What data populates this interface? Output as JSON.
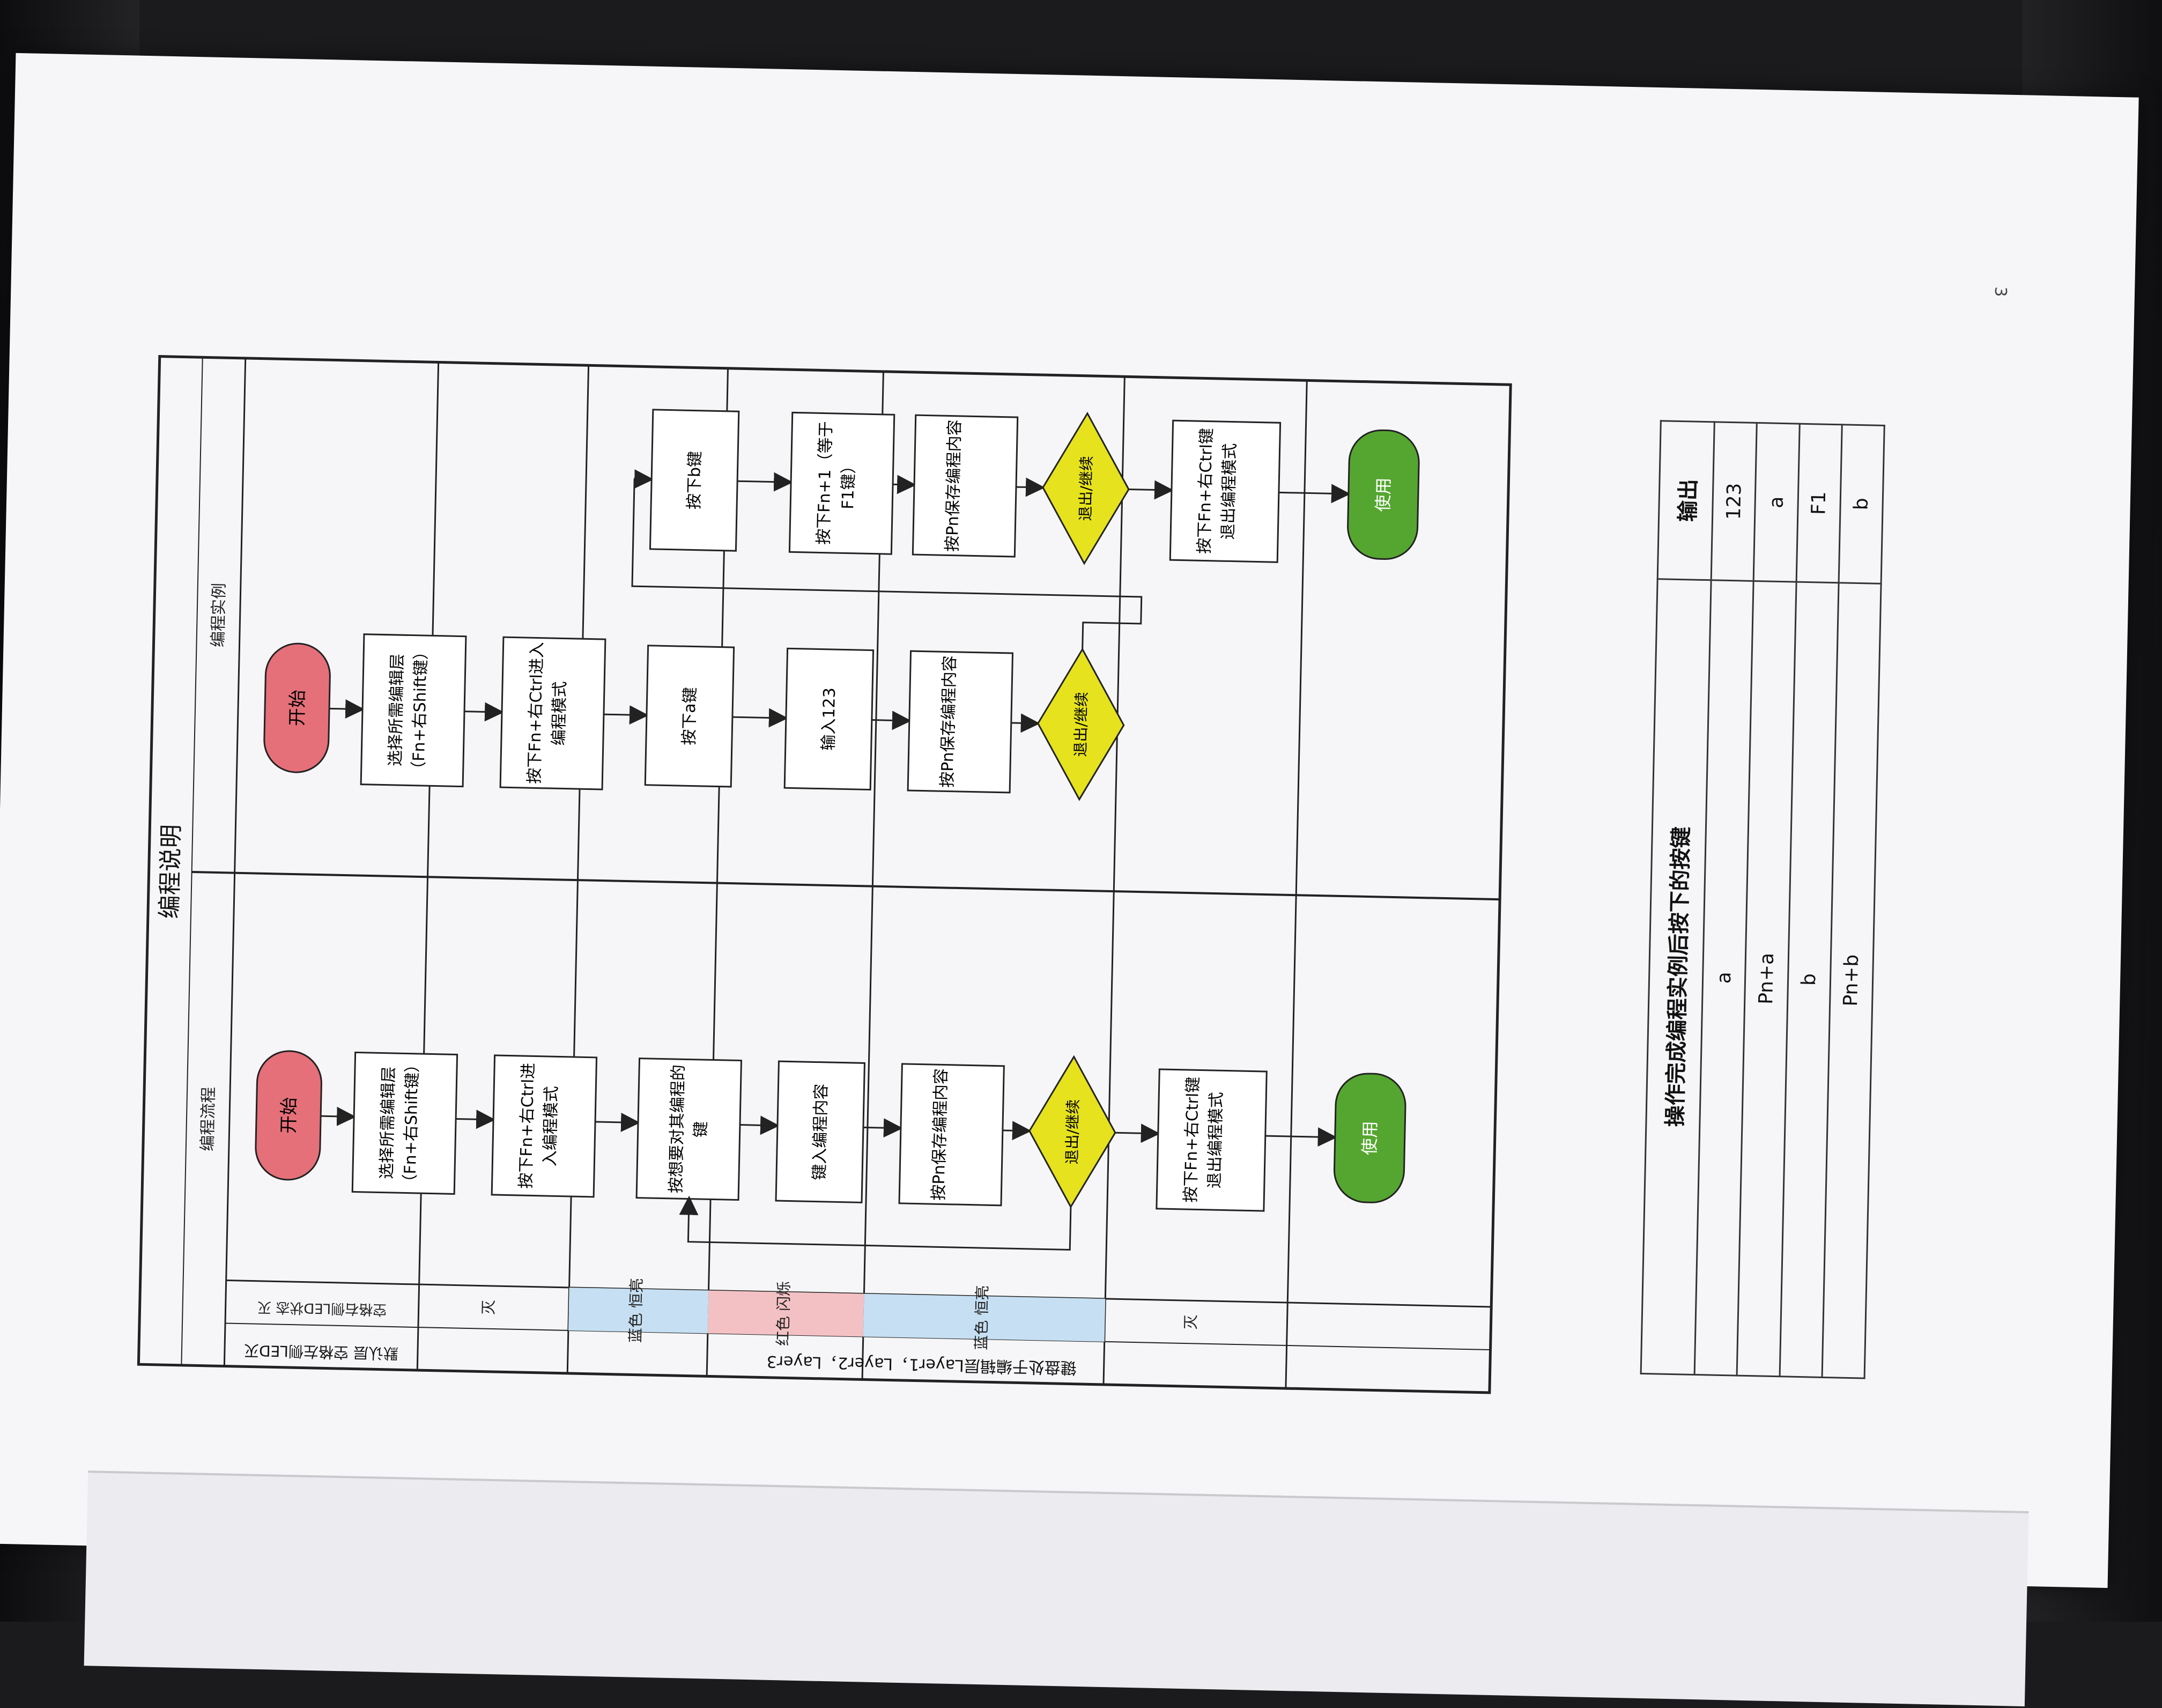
{
  "header": {
    "title": "编程说明",
    "lane_flow": "编程流程",
    "lane_example": "编程实例"
  },
  "status_rows": [
    {
      "label": "默认层 空格左侧LED灭",
      "sub": "空格右侧LED状态 灭"
    },
    {
      "label": "键盘处于编辑层Layer1，Layer2，Layer3",
      "sub": "灭"
    },
    {
      "label": "",
      "sub": "蓝色 恒亮"
    },
    {
      "label": "",
      "sub": "红色 闪烁"
    },
    {
      "label": "",
      "sub": "蓝色 恒亮"
    },
    {
      "label": "",
      "sub": "灭"
    }
  ],
  "colors": {
    "start": "#e5707a",
    "end": "#55a630",
    "decision": "#e6e21d",
    "blue_lane": "#c6dff2",
    "red_lane": "#f3c1c4"
  },
  "flow": {
    "start": "开始",
    "step1": "选择所需编辑层（Fn+右Shift键）",
    "step2": "按下Fn+右Ctrl进入编程模式",
    "step3": "按想要对其编程的键",
    "step4": "键入编程内容",
    "step5": "按Pn保存编程内容",
    "decision": "退出/继续",
    "step6": "按下Fn+右Ctrl键退出编程模式",
    "end": "使用"
  },
  "example": {
    "start": "开始",
    "step1": "选择所需编辑层（Fn+右Shift键）",
    "step2": "按下Fn+右Ctrl进入编程模式",
    "a_key": "按下a键",
    "a_input": "输入123",
    "a_save": "按Pn保存编程内容",
    "a_decision": "退出/继续",
    "b_key": "按下b键",
    "b_input": "按下Fn+1（等于F1键）",
    "b_save": "按Pn保存编程内容",
    "b_decision": "退出/继续",
    "exit": "按下Fn+右Ctrl键退出编程模式",
    "end": "使用"
  },
  "table": {
    "headers": [
      "操作完成编程实例后按下的按键",
      "输出"
    ],
    "rows": [
      [
        "a",
        "123"
      ],
      [
        "Pn+a",
        "a"
      ],
      [
        "b",
        "F1"
      ],
      [
        "Pn+b",
        "b"
      ]
    ]
  },
  "page_number": "3"
}
